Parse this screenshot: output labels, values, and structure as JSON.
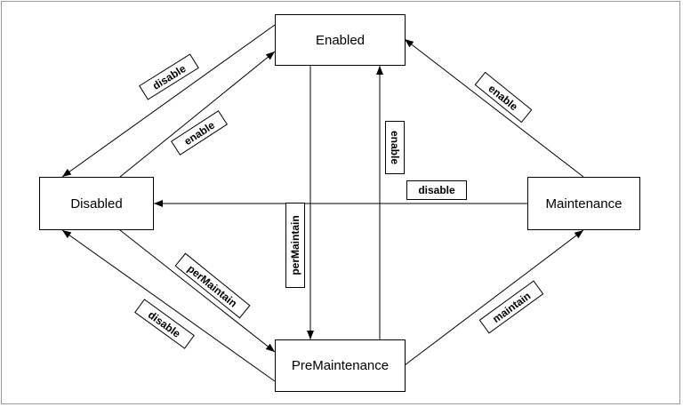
{
  "states": {
    "enabled": "Enabled",
    "disabled": "Disabled",
    "maintenance": "Maintenance",
    "premaintenance": "PreMaintenance"
  },
  "transitions": {
    "enabled_to_disabled": "disable",
    "disabled_to_enabled": "enable",
    "maintenance_to_enabled": "enable",
    "maintenance_to_disabled": "disable",
    "enabled_to_premaintenance": "perMaintain",
    "premaintenance_to_enabled": "enable",
    "disabled_to_premaintenance": "perMaintain",
    "premaintenance_to_disabled": "disable",
    "premaintenance_to_maintenance": "maintain"
  }
}
